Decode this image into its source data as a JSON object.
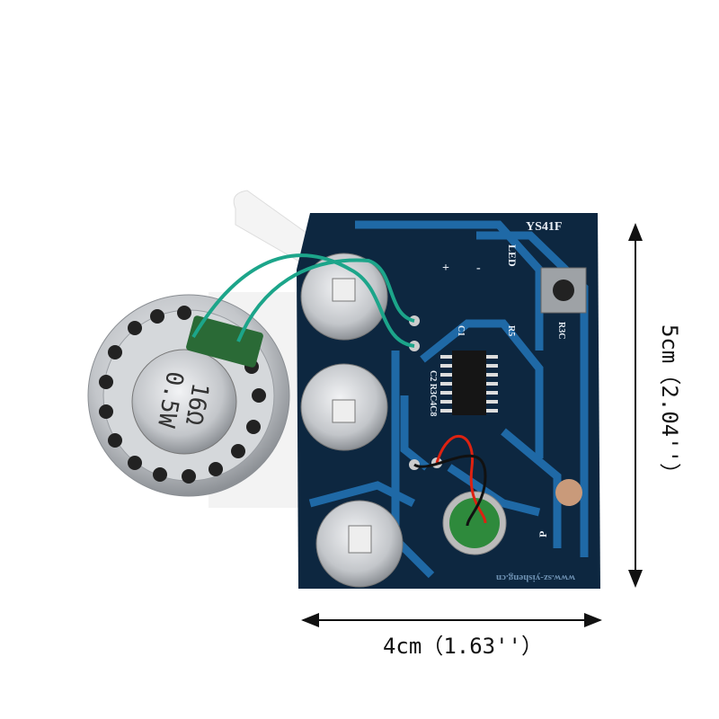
{
  "dimensions": {
    "height_label": "5cm（2.04''）",
    "width_label": "4cm（1.63''）"
  },
  "board": {
    "model": "YS41F",
    "led_label": "LED",
    "r5_label": "R5",
    "r3c_label": "R3C",
    "c1_label": "C1",
    "cap_row_label": "C2 R3C4C8",
    "photo_label": "P",
    "plus": "+",
    "minus": "-",
    "website": "www.sz-yisheng.cn"
  },
  "speaker": {
    "line1": "16Ω",
    "line2": "0.5W"
  },
  "colors": {
    "pcb": "#0d2740",
    "trace": "#1f69a6",
    "silver": "#c9ccd0"
  }
}
